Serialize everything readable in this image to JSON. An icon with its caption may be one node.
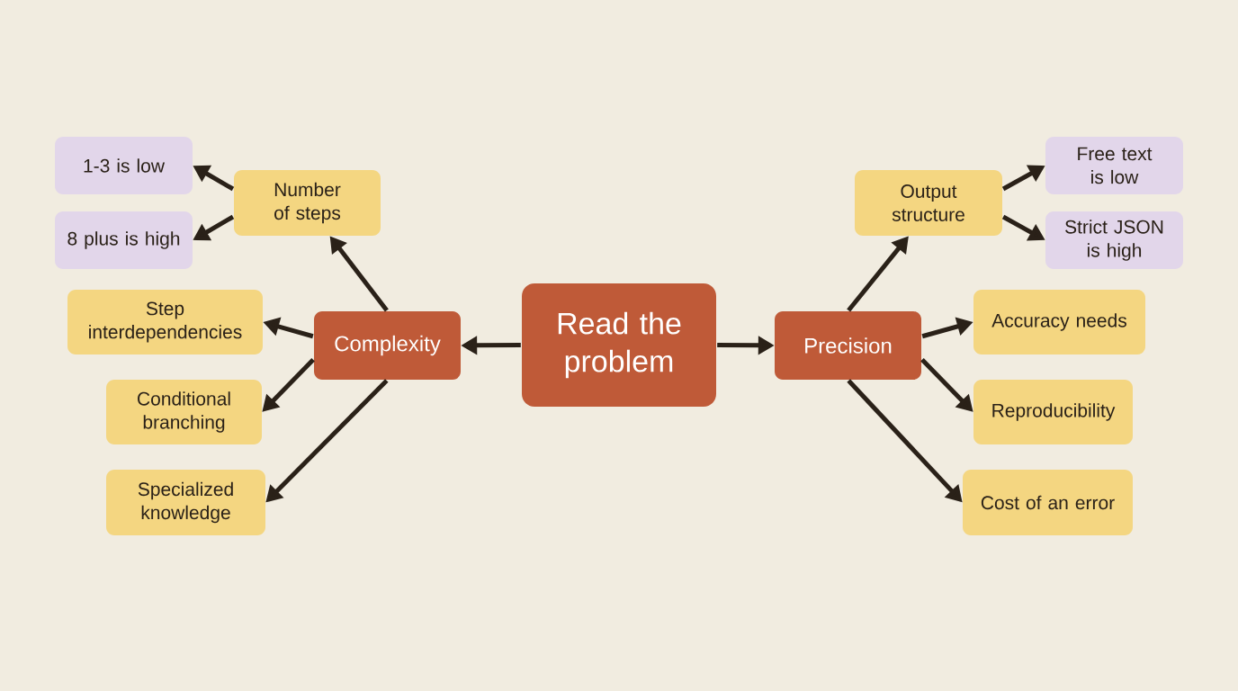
{
  "diagram": {
    "nodes": [
      {
        "text": [
          "Read the problem"
        ]
      },
      {
        "text": [
          "Complexity"
        ]
      },
      {
        "text": [
          "Precision"
        ]
      },
      {
        "text": [
          "Number of steps"
        ]
      },
      {
        "text": [
          "1-3 is low"
        ]
      },
      {
        "text": [
          "8 plus is high"
        ]
      },
      {
        "text": [
          "Step interdependencies"
        ]
      },
      {
        "text": [
          "Conditional branching"
        ]
      },
      {
        "text": [
          "Specialized knowledge"
        ]
      },
      {
        "text": [
          "Output structure"
        ]
      },
      {
        "text": [
          "Free text is low"
        ]
      },
      {
        "text": [
          "Strict JSON is high"
        ]
      },
      {
        "text": [
          "Accuracy needs"
        ]
      },
      {
        "text": [
          "Reproducibility"
        ]
      },
      {
        "text": [
          "Cost of an error"
        ]
      }
    ],
    "edges": [
      {
        "from": 0,
        "to": 1,
        "arrow": "to"
      },
      {
        "from": 0,
        "to": 2,
        "arrow": "to"
      },
      {
        "from": 1,
        "to": 3,
        "arrow": "to"
      },
      {
        "from": 3,
        "to": 4,
        "arrow": "to"
      },
      {
        "from": 3,
        "to": 5,
        "arrow": "to"
      },
      {
        "from": 1,
        "to": 6,
        "arrow": "to"
      },
      {
        "from": 1,
        "to": 7,
        "arrow": "to"
      },
      {
        "from": 1,
        "to": 8,
        "arrow": "to"
      },
      {
        "from": 2,
        "to": 9,
        "arrow": "to"
      },
      {
        "from": 9,
        "to": 10,
        "arrow": "to"
      },
      {
        "from": 9,
        "to": 11,
        "arrow": "to"
      },
      {
        "from": 2,
        "to": 12,
        "arrow": "to"
      },
      {
        "from": 2,
        "to": 13,
        "arrow": "to"
      },
      {
        "from": 2,
        "to": 14,
        "arrow": "to"
      }
    ]
  }
}
